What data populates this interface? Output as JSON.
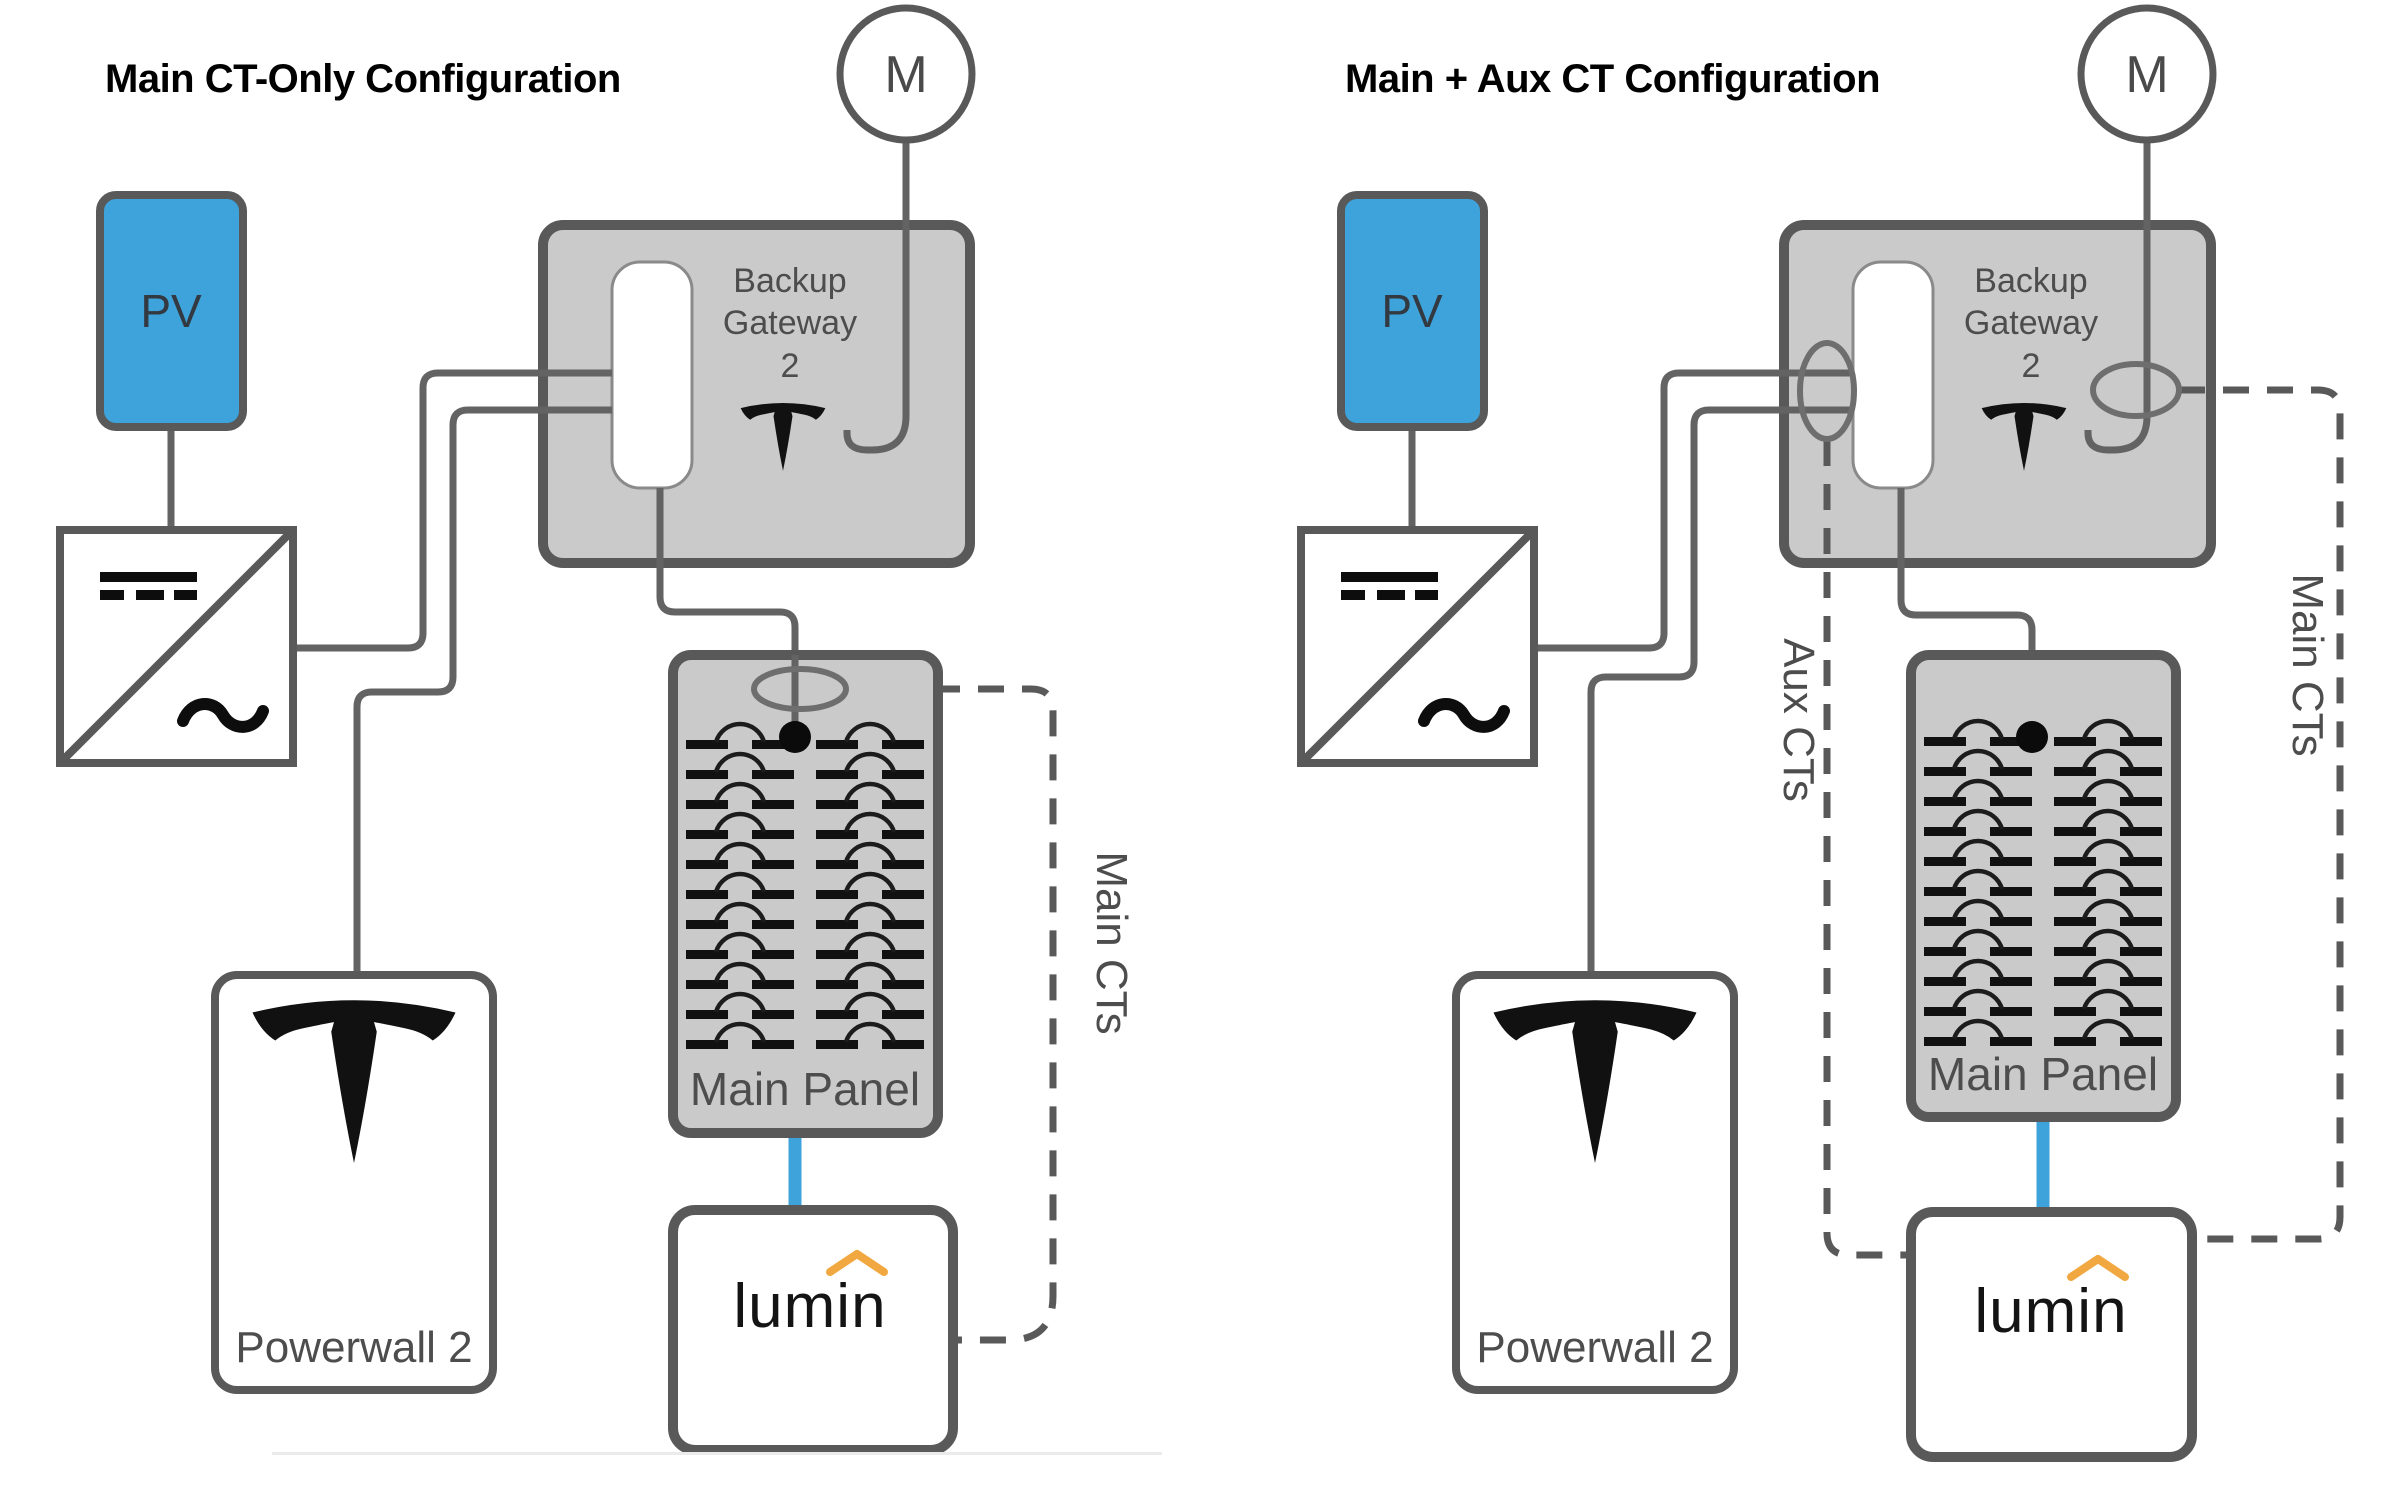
{
  "diagrams": {
    "left": {
      "title": "Main CT-Only Configuration",
      "main_cts_label": "Main CTs"
    },
    "right": {
      "title": "Main + Aux CT Configuration",
      "aux_cts_label": "Aux CTs",
      "main_cts_label": "Main CTs"
    }
  },
  "components": {
    "meter_label": "M",
    "pv_label": "PV",
    "gateway_line1": "Backup",
    "gateway_line2": "Gateway",
    "gateway_line3": "2",
    "powerwall_label": "Powerwall 2",
    "main_panel_label": "Main Panel",
    "lumin_label": "lumin"
  },
  "colors": {
    "pv_blue": "#3EA3DB",
    "device_gray_fill": "#CACACA",
    "outline_gray": "#595959",
    "wire_gray": "#636363",
    "label_gray": "#4D4D4D",
    "dashed_ct_gray": "#595959",
    "lumin_orange": "#F2A840",
    "logo_black": "#111111",
    "panel_feed_blue": "#3EA3DB"
  }
}
